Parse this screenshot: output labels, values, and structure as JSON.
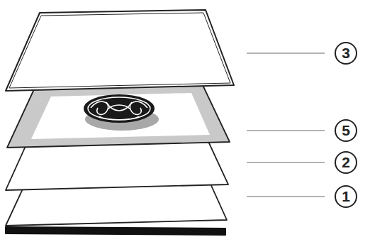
{
  "diagram": {
    "labels": [
      "3",
      "5",
      "2",
      "1"
    ]
  }
}
